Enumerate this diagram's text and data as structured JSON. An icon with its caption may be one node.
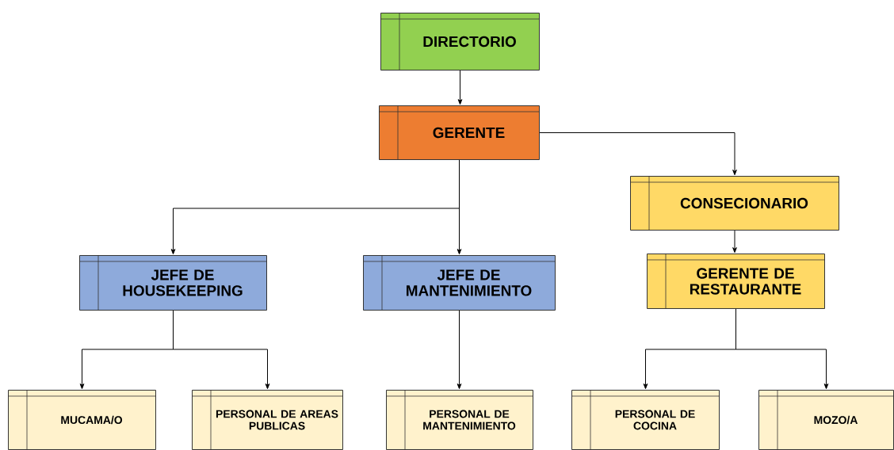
{
  "diagram": {
    "nodes": [
      {
        "text": [
          "DIRECTORIO"
        ]
      },
      {
        "text": [
          "GERENTE"
        ]
      },
      {
        "text": [
          "CONSECIONARIO"
        ]
      },
      {
        "text": [
          "JEFE DE HOUSEKEEPING"
        ]
      },
      {
        "text": [
          "JEFE DE MANTENIMIENTO"
        ]
      },
      {
        "text": [
          "GERENTE DE RESTAURANTE"
        ]
      },
      {
        "text": [
          "MUCAMA/O"
        ]
      },
      {
        "text": [
          "PERSONAL DE AREAS PUBLICAS"
        ]
      },
      {
        "text": [
          "PERSONAL DE MANTENIMIENTO"
        ]
      },
      {
        "text": [
          "PERSONAL DE COCINA"
        ]
      },
      {
        "text": [
          "MOZO/A"
        ]
      }
    ],
    "edges": [
      {
        "from": 0,
        "to": 1,
        "arrow": "to"
      },
      {
        "from": 1,
        "to": 2,
        "arrow": "to"
      },
      {
        "from": 1,
        "to": 3,
        "arrow": "to"
      },
      {
        "from": 1,
        "to": 4,
        "arrow": "to"
      },
      {
        "from": 2,
        "to": 5,
        "arrow": "to"
      },
      {
        "from": 3,
        "to": 6,
        "arrow": "to"
      },
      {
        "from": 3,
        "to": 7,
        "arrow": "to"
      },
      {
        "from": 4,
        "to": 8,
        "arrow": "to"
      },
      {
        "from": 5,
        "to": 9,
        "arrow": "to"
      },
      {
        "from": 5,
        "to": 10,
        "arrow": "to"
      }
    ]
  }
}
